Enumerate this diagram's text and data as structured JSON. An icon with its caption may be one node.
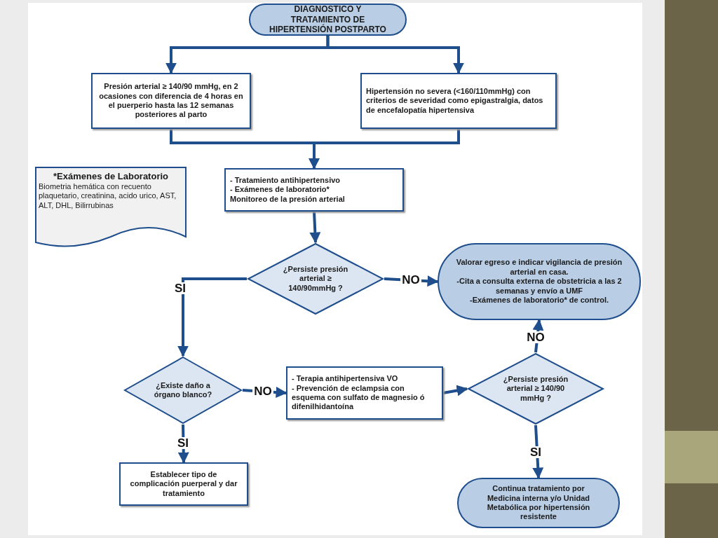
{
  "diagram": {
    "nodes": [
      {
        "text": [
          "DIAGNOSTICO Y TRATAMIENTO DE HIPERTENSIÓN POSTPARTO"
        ]
      },
      {
        "text": [
          "Presión arterial ≥ 140/90 mmHg, en 2 ocasiones con diferencia de 4 horas en el puerperio hasta las 12 semanas posteriores al parto"
        ]
      },
      {
        "text": [
          "Hipertensión no severa (<160/110mmHg) con criterios de severidad como epigastralgia, datos de encefalopatía hipertensiva"
        ]
      },
      {
        "text": [
          "*Exámenes de Laboratorio",
          "Biometria hemática con recuento plaquetario, creatinina, acido urico, AST, ALT, DHL, Bilirrubinas"
        ]
      },
      {
        "text": [
          "- Tratamiento antihipertensivo",
          "- Exámenes de laboratorio*",
          "Monitoreo de la presión arterial"
        ]
      },
      {
        "text": [
          "¿Persiste presión arterial ≥ 140/90mmHg ?"
        ]
      },
      {
        "text": [
          "Valorar egreso e indicar vigilancia de presión arterial en casa.",
          "-Cita a consulta externa de obstetricia a las 2 semanas y envío a UMF",
          "-Exámenes de laboratorio* de control."
        ]
      },
      {
        "text": [
          "¿Existe daño a órgano blanco?"
        ]
      },
      {
        "text": [
          "- Terapia antihipertensiva VO",
          "- Prevención de eclampsia con esquema con sulfato de magnesio ó difenilhidantoína"
        ]
      },
      {
        "text": [
          "¿Persiste presión arterial ≥ 140/90 mmHg ?"
        ]
      },
      {
        "text": [
          "Establecer tipo de complicación puerperal y dar tratamiento"
        ]
      },
      {
        "text": [
          "Continua tratamiento por Medicina interna y/o Unidad Metabólica por hipertensión resistente"
        ]
      }
    ],
    "edges": [
      {
        "from": 0,
        "to": 1,
        "arrow": "to"
      },
      {
        "from": 0,
        "to": 2,
        "arrow": "to"
      },
      {
        "from": 1,
        "to": 4,
        "arrow": "to"
      },
      {
        "from": 2,
        "to": 4,
        "arrow": "to"
      },
      {
        "from": 4,
        "to": 5,
        "arrow": "to"
      },
      {
        "from": 5,
        "to": 6,
        "arrow": "to",
        "label": "NO"
      },
      {
        "from": 5,
        "to": 7,
        "arrow": "to",
        "label": "SI"
      },
      {
        "from": 7,
        "to": 8,
        "arrow": "to",
        "label": "NO"
      },
      {
        "from": 7,
        "to": 10,
        "arrow": "to",
        "label": "SI"
      },
      {
        "from": 8,
        "to": 9,
        "arrow": "to"
      },
      {
        "from": 9,
        "to": 6,
        "arrow": "to",
        "label": "NO"
      },
      {
        "from": 9,
        "to": 11,
        "arrow": "to",
        "label": "SI"
      }
    ]
  }
}
